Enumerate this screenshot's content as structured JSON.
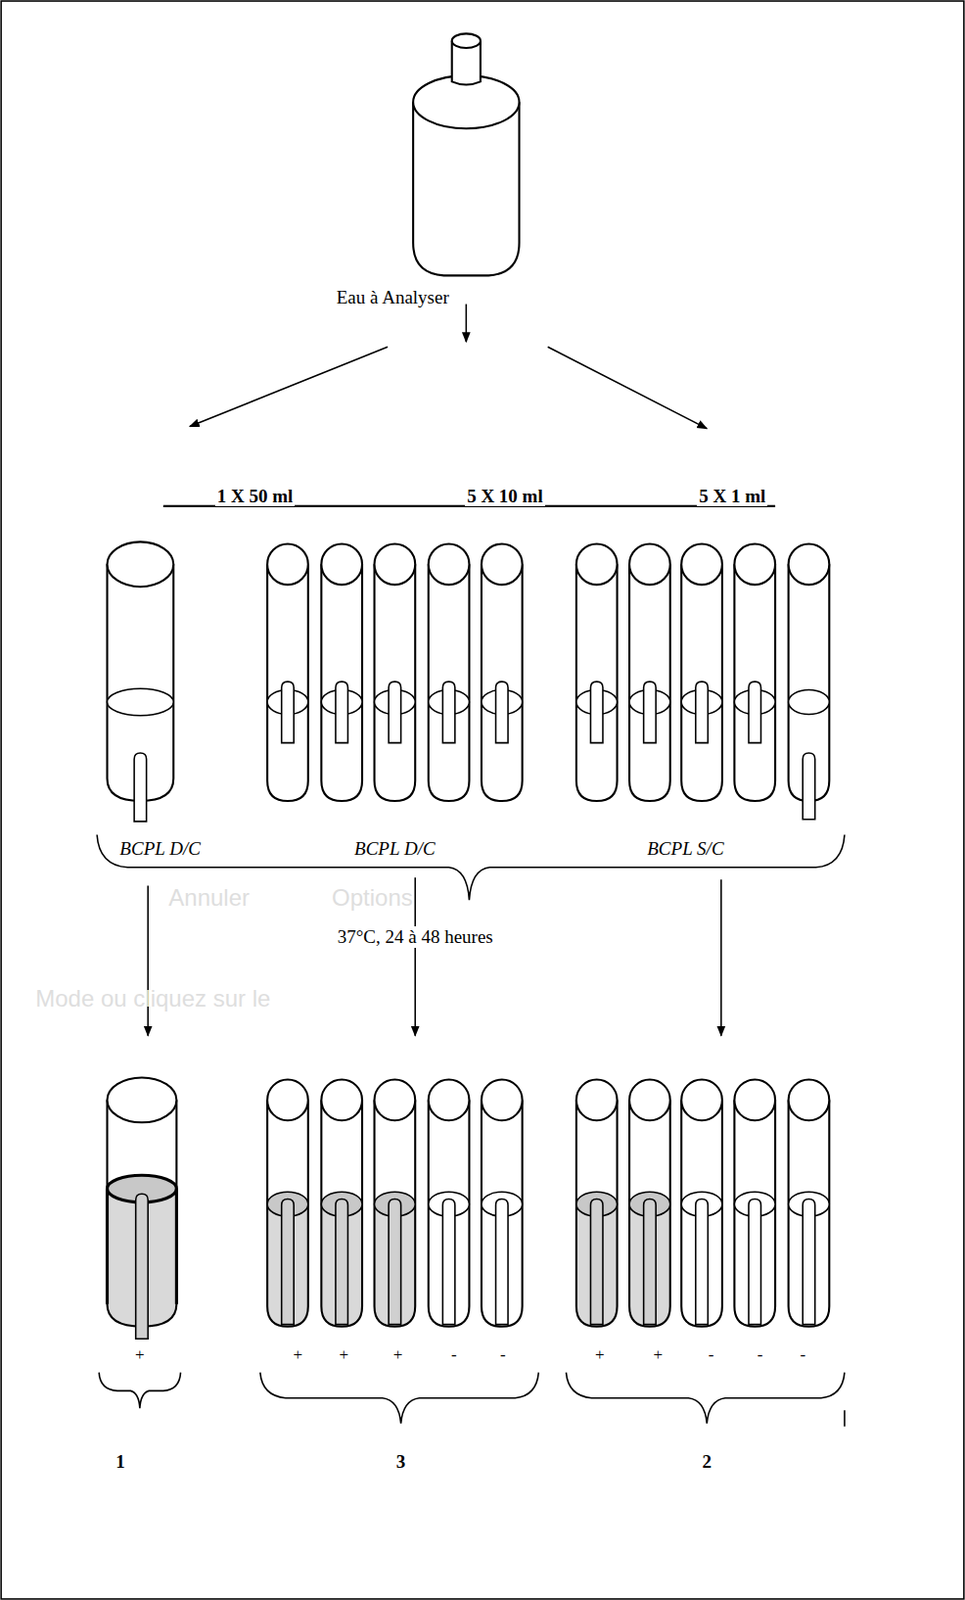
{
  "diagram": {
    "labels": [
      "Eau à Analyser",
      "1 X 50 ml",
      "5 X 10 ml",
      "5 X 1 ml",
      "BCPL D/C",
      "BCPL D/C",
      "BCPL S/C",
      "Annuler",
      "Options",
      "37°C, 24 à 48 heures",
      "Mode ou cliquez sur le",
      "+",
      "+",
      "+",
      "+",
      "-",
      "-",
      "+",
      "+",
      "-",
      "-",
      "-",
      "1",
      "3",
      "2"
    ]
  }
}
